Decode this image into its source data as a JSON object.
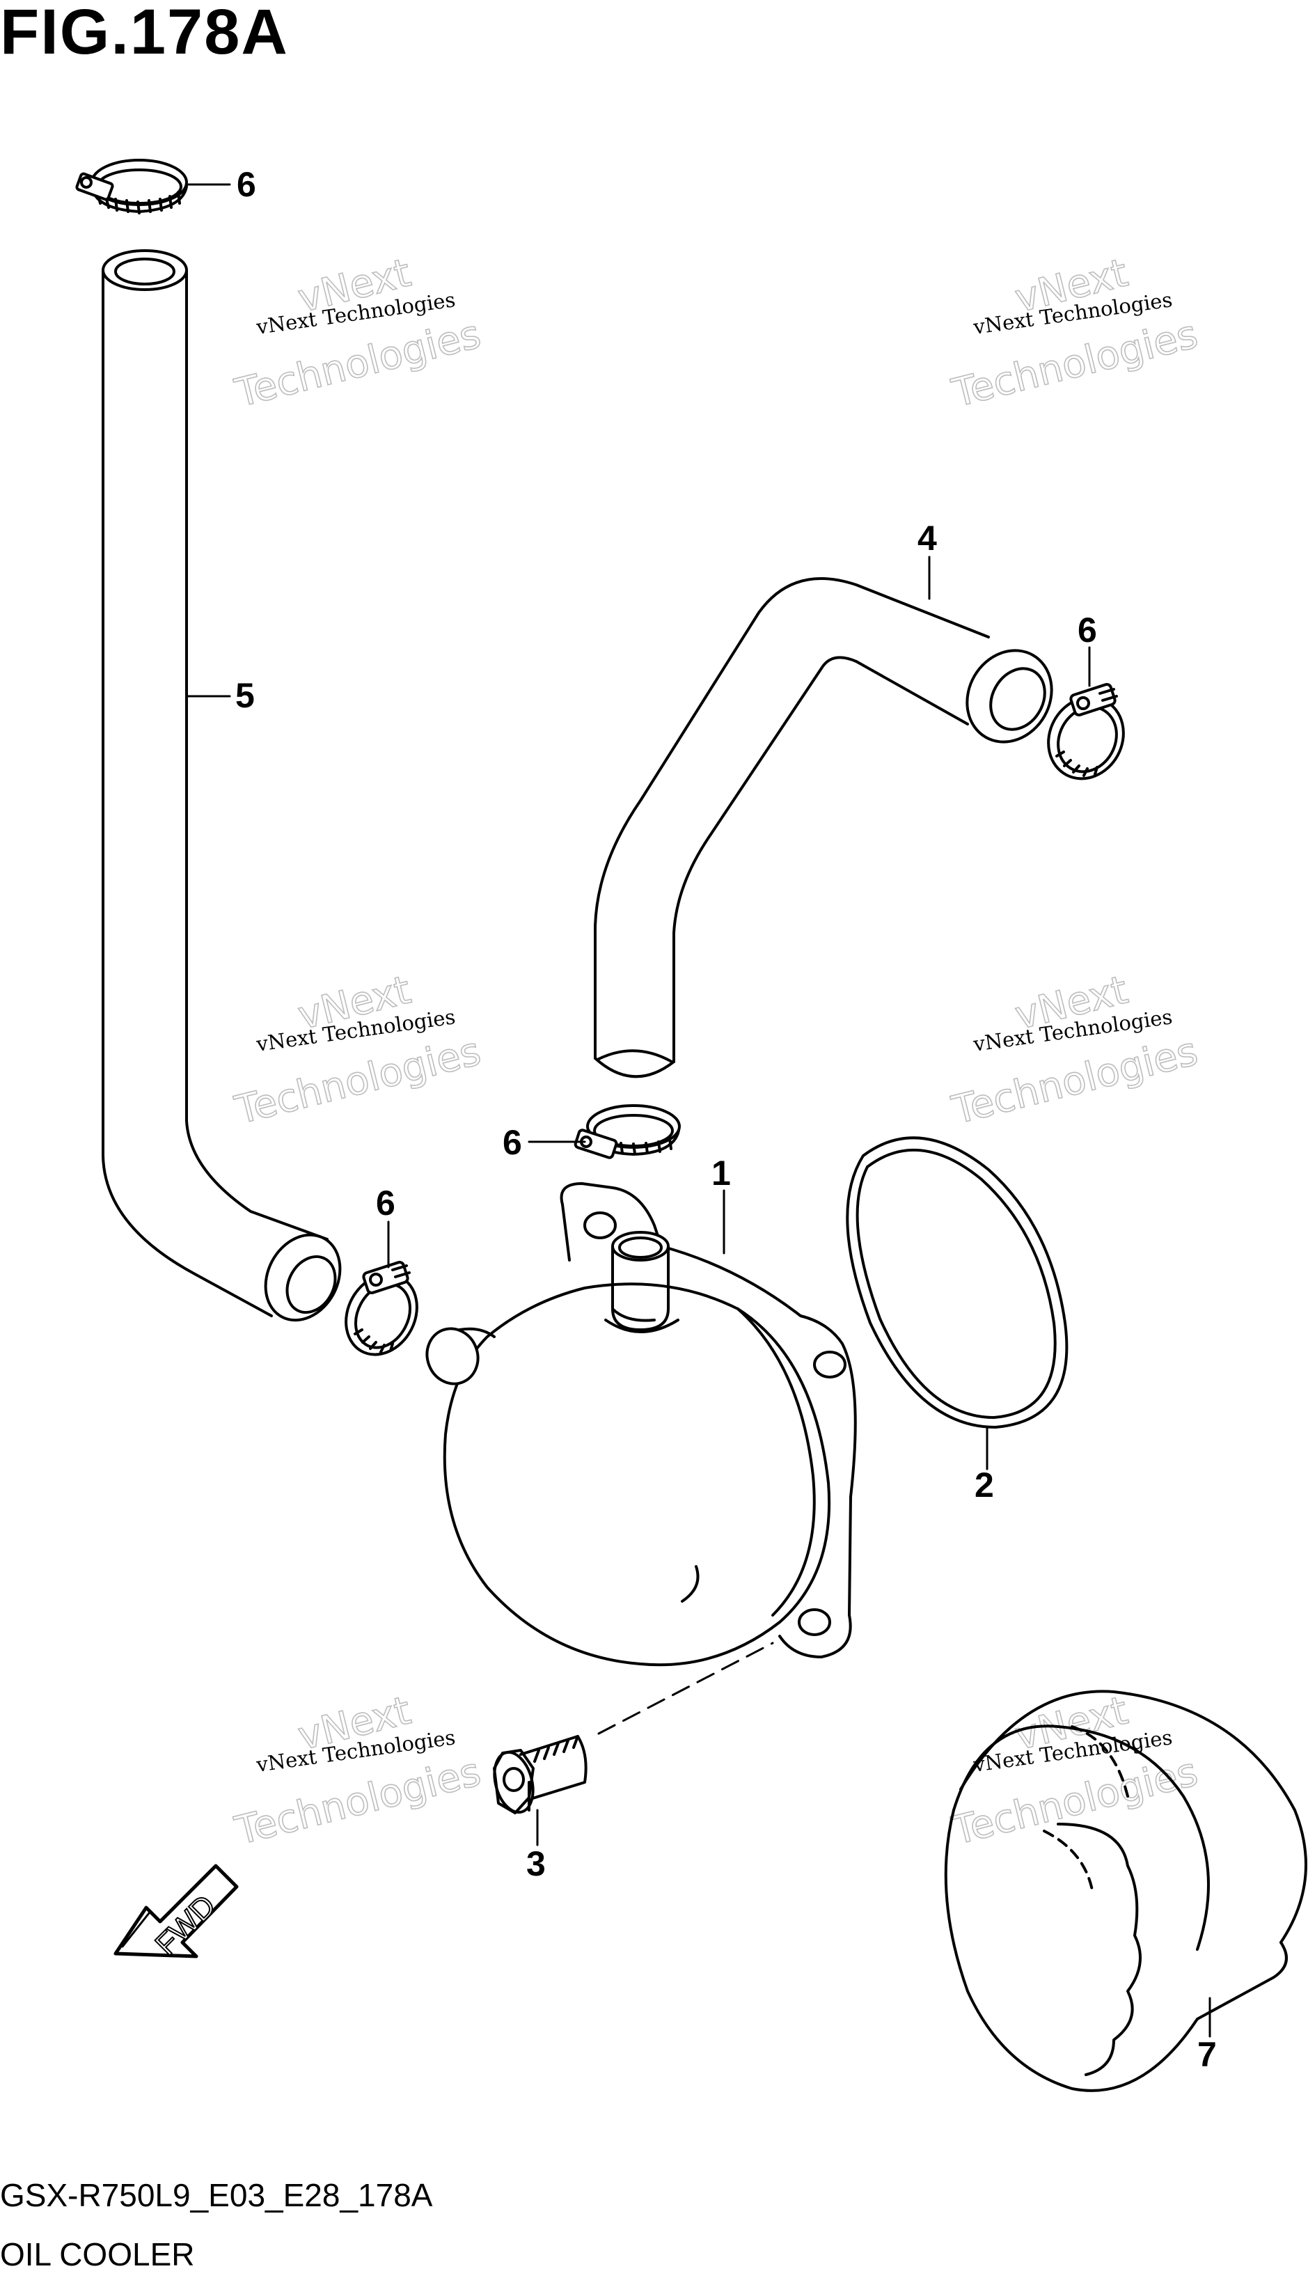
{
  "figure": {
    "title": "FIG.178A",
    "code": "GSX-R750L9_E03_E28_178A",
    "name": "OIL COOLER"
  },
  "callouts": {
    "c1": "1",
    "c2": "2",
    "c3": "3",
    "c4": "4",
    "c5": "5",
    "c6a": "6",
    "c6b": "6",
    "c6c": "6",
    "c6d": "6",
    "c7": "7"
  },
  "watermark": {
    "line_small": "vNext Technologies",
    "line_big_1": "vNext",
    "line_big_2": "Technologies"
  },
  "direction_arrow": {
    "label": "FWD"
  }
}
